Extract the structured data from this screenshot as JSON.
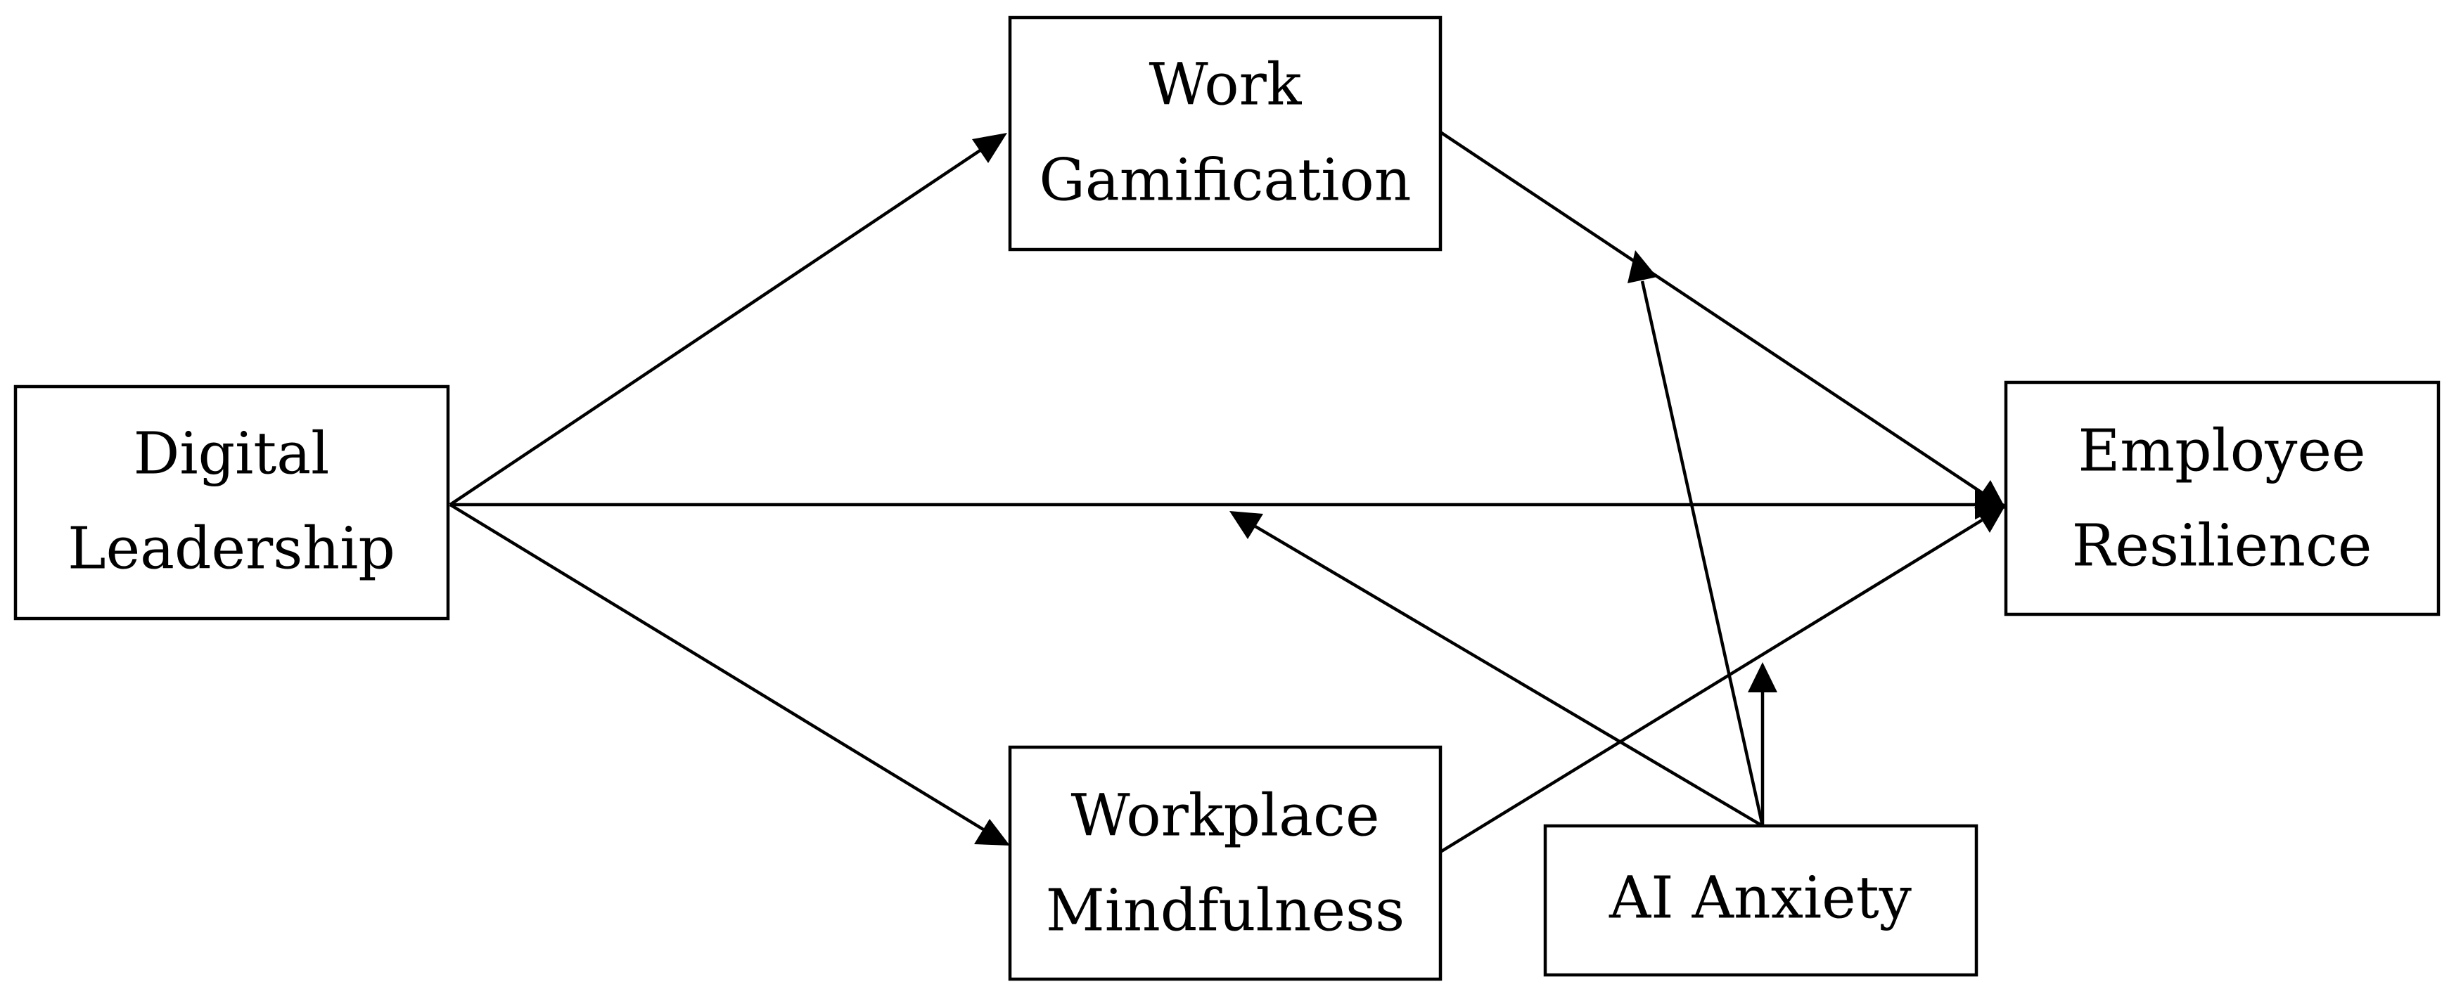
{
  "nodes": {
    "digital_leadership": {
      "lines": [
        "Digital",
        "Leadership"
      ]
    },
    "work_gamification": {
      "lines": [
        "Work",
        "Gamification"
      ]
    },
    "workplace_mindfulness": {
      "lines": [
        "Workplace",
        "Mindfulness"
      ]
    },
    "employee_resilience": {
      "lines": [
        "Employee",
        "Resilience"
      ]
    },
    "ai_anxiety": {
      "lines": [
        "AI Anxiety"
      ]
    }
  },
  "edges": [
    {
      "from": "digital_leadership",
      "to": "work_gamification"
    },
    {
      "from": "digital_leadership",
      "to": "workplace_mindfulness"
    },
    {
      "from": "digital_leadership",
      "to": "employee_resilience"
    },
    {
      "from": "work_gamification",
      "to": "employee_resilience"
    },
    {
      "from": "workplace_mindfulness",
      "to": "employee_resilience"
    },
    {
      "from": "ai_anxiety",
      "to": "path:work_gamification->employee_resilience"
    },
    {
      "from": "ai_anxiety",
      "to": "path:digital_leadership->employee_resilience"
    },
    {
      "from": "ai_anxiety",
      "to": "path:workplace_mindfulness->employee_resilience"
    }
  ],
  "colors": {
    "stroke": "#000000",
    "background": "#ffffff"
  }
}
